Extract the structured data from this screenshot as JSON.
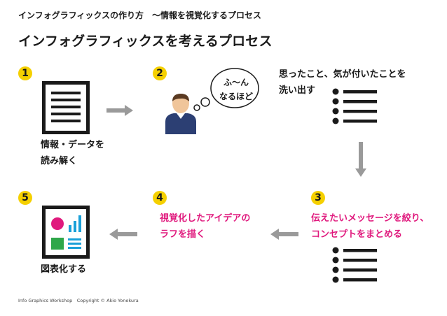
{
  "header": {
    "subtitle": "インフォグラフィックスの作り方　〜情報を視覚化するプロセス",
    "title": "インフォグラフィックスを考えるプロセス"
  },
  "steps": [
    {
      "number": "1",
      "label_lines": [
        "情報・データを",
        "読み解く"
      ]
    },
    {
      "number": "2",
      "label_lines": [
        "思ったこと、気が付いたことを",
        "洗い出す"
      ]
    },
    {
      "number": "3",
      "label_lines": [
        "伝えたいメッセージを絞り、",
        "コンセプトをまとめる"
      ]
    },
    {
      "number": "4",
      "label_lines": [
        "視覚化したアイデアの",
        "ラフを描く"
      ]
    },
    {
      "number": "5",
      "label_lines": [
        "図表化する"
      ]
    }
  ],
  "thought_bubble": {
    "lines": [
      "ふ〜ん",
      "なるほど"
    ]
  },
  "footer": {
    "text": "Info Graphics Workshop　Copyright © Akio Yonekura"
  },
  "colors": {
    "badge": "#f5d000",
    "accent": "#e0197d",
    "arrow": "#9a9a9a",
    "icon": "#1a1a1a",
    "chart_green": "#2fa74a",
    "chart_blue": "#1aa0d8"
  }
}
